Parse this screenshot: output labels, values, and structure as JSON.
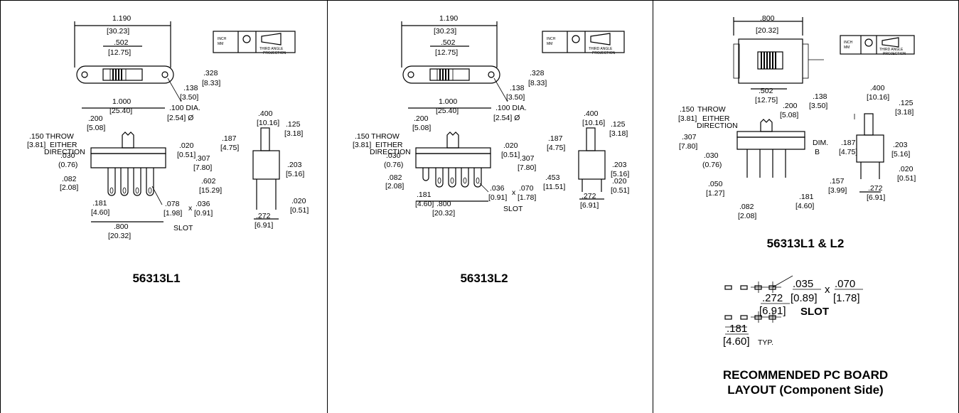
{
  "panels": [
    {
      "caption": "56313L1",
      "dims": {
        "overall_in": "1.190",
        "overall_mm": "[30.23]",
        "slot_in": ".502",
        "slot_mm": "[12.75]",
        "ear_in": ".138",
        "ear_mm": "[3.50]",
        "height_in": ".328",
        "height_mm": "[8.33]",
        "holes_in": "1.000",
        "holes_mm": "[25.40]",
        "hole_dia_in": ".100 DIA.",
        "hole_dia_mm": "[2.54] Ø",
        "throw_in": ".150 THROW",
        "throw_mm": "[3.81]",
        "throw_txt1": "EITHER",
        "throw_txt2": "DIRECTION",
        "act_in": ".200",
        "act_mm": "[5.08]",
        "top_in": ".020",
        "top_mm": "[0.51]",
        "base_in": ".030",
        "base_mm": "(0.76)",
        "pin_in": ".082",
        "pin_mm": "[2.08]",
        "body_in": ".307",
        "body_mm": "[7.80]",
        "pinlen_in": ".602",
        "pinlen_mm": "[15.29]",
        "pitch_in": ".181",
        "pitch_mm": "[4.60]",
        "slot_w_in": ".078",
        "slot_w_mm": "[1.98]",
        "x": "x",
        "slot_h_in": ".036",
        "slot_h_mm": "[0.91]",
        "slot_label": "SLOT",
        "width_in": ".800",
        "width_mm": "[20.32]",
        "side_w_in": ".400",
        "side_w_mm": "[10.16]",
        "side_a_in": ".125",
        "side_a_mm": "[3.18]",
        "side_b_in": ".187",
        "side_b_mm": "[4.75]",
        "side_c_in": ".203",
        "side_c_mm": "[5.16]",
        "side_d_in": ".020",
        "side_d_mm": "[0.51]",
        "side_e_in": ".272",
        "side_e_mm": "[6.91]"
      }
    },
    {
      "caption": "56313L2",
      "dims": {
        "overall_in": "1.190",
        "overall_mm": "[30.23]",
        "slot_in": ".502",
        "slot_mm": "[12.75]",
        "ear_in": ".138",
        "ear_mm": "[3.50]",
        "height_in": ".328",
        "height_mm": "[8.33]",
        "holes_in": "1.000",
        "holes_mm": "[25.40]",
        "hole_dia_in": ".100 DIA.",
        "hole_dia_mm": "[2.54] Ø",
        "throw_in": ".150 THROW",
        "throw_mm": "[3.81]",
        "throw_txt1": "EITHER",
        "throw_txt2": "DIRECTION",
        "act_in": ".200",
        "act_mm": "[5.08]",
        "top_in": ".020",
        "top_mm": "[0.51]",
        "base_in": ".030",
        "base_mm": "(0.76)",
        "pin_in": ".082",
        "pin_mm": "[2.08]",
        "body_in": ".307",
        "body_mm": "[7.80]",
        "pinlen_in": ".453",
        "pinlen_mm": "[11.51]",
        "pitch_in": ".181",
        "pitch_mm": "[4.60]",
        "slot_w_in": ".036",
        "slot_w_mm": "[0.91]",
        "x": "x",
        "slot_h_in": ".070",
        "slot_h_mm": "[1.78]",
        "slot_label": "SLOT",
        "width_in": ".800",
        "width_mm": "[20.32]",
        "side_w_in": ".400",
        "side_w_mm": "[10.16]",
        "side_a_in": ".125",
        "side_a_mm": "[3.18]",
        "side_b_in": ".187",
        "side_b_mm": "[4.75]",
        "side_c_in": ".203",
        "side_c_mm": "[5.16]",
        "side_d_in": ".020",
        "side_d_mm": "[0.51]",
        "side_e_in": ".272",
        "side_e_mm": "[6.91]"
      }
    },
    {
      "caption": "56313L1 & L2",
      "caption2_line1": "RECOMMENDED PC BOARD",
      "caption2_line2": "LAYOUT (Component Side)",
      "dims": {
        "width_in": ".800",
        "width_mm": "[20.32]",
        "ear_in": ".138",
        "ear_mm": "[3.50]",
        "slot_in": ".502",
        "slot_mm": "[12.75]",
        "throw_in": ".150",
        "throw_txt0": "THROW",
        "throw_mm": "[3.81]",
        "throw_txt1": "EITHER",
        "throw_txt2": "DIRECTION",
        "act_in": ".200",
        "act_mm": "[5.08]",
        "body_in": ".307",
        "body_mm": "[7.80]",
        "dim_b1": "DIM.",
        "dim_b2": "B",
        "side_b_in": ".187",
        "side_b_mm": "[4.75]",
        "base_in": ".030",
        "base_mm": "(0.76)",
        "pin_in": ".050",
        "pin_mm": "[1.27]",
        "pin2_in": ".082",
        "pin2_mm": "[2.08]",
        "pitch_in": ".181",
        "pitch_mm": "[4.60]",
        "len_in": ".157",
        "len_mm": "[3.99]",
        "side_w_in": ".400",
        "side_w_mm": "[10.16]",
        "side_a_in": ".125",
        "side_a_mm": "[3.18]",
        "side_c_in": ".203",
        "side_c_mm": "[5.16]",
        "side_d_in": ".020",
        "side_d_mm": "[0.51]",
        "side_e_in": ".272",
        "side_e_mm": "[6.91]"
      },
      "layout": {
        "slot_w_in": ".035",
        "slot_w_mm": "[0.89]",
        "x": "x",
        "slot_h_in": ".070",
        "slot_h_mm": "[1.78]",
        "row_in": ".272",
        "row_mm": "[6.91]",
        "slot_label": "SLOT",
        "pitch_in": ".181",
        "pitch_mm": "[4.60]",
        "typ": "TYP."
      }
    }
  ],
  "legend": {
    "unit1": "INCH",
    "unit2": "MM",
    "proj1": "THIRD ANGLE",
    "proj2": "PROJECTION"
  }
}
